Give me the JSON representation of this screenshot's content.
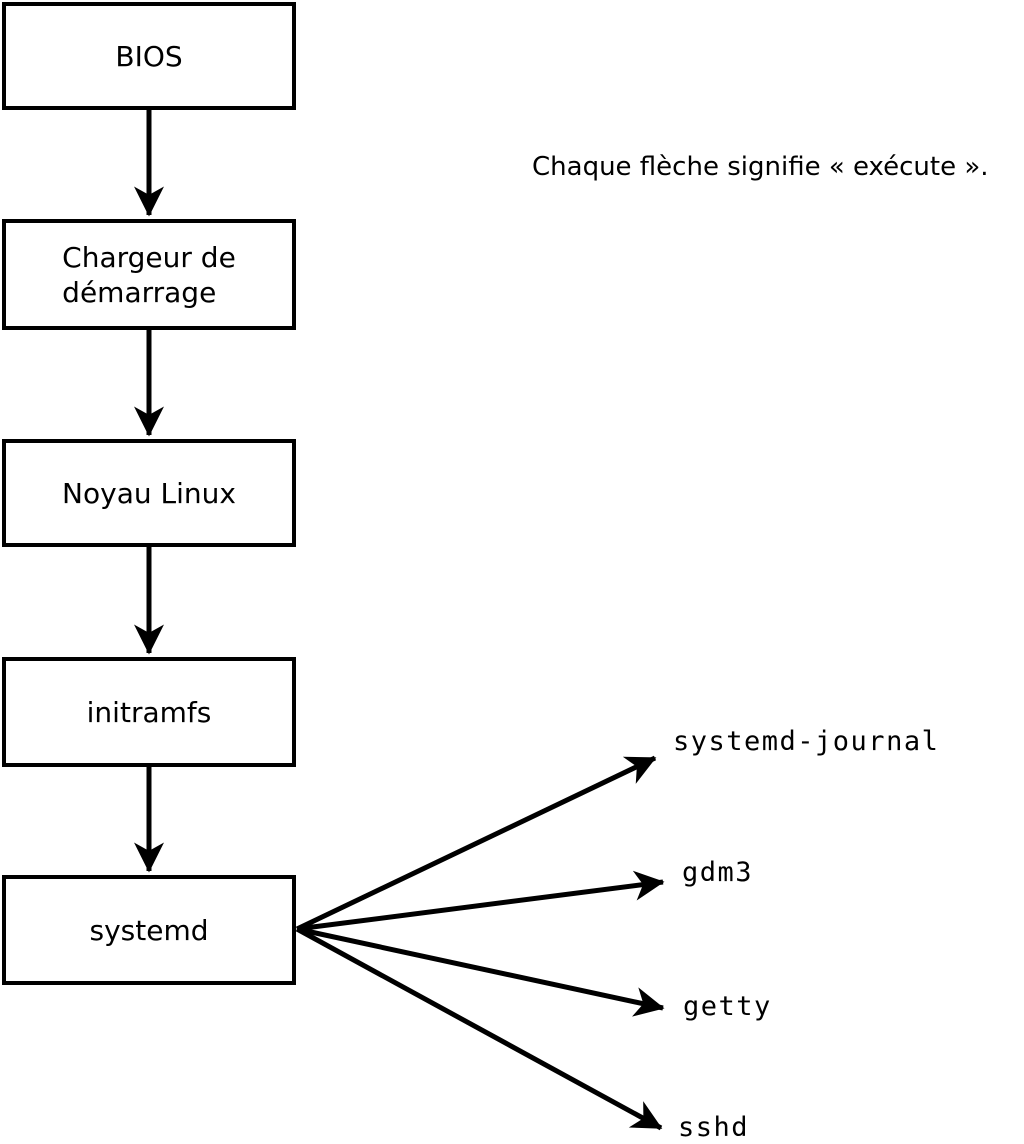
{
  "diagram": {
    "title_note": "Chaque flèche signifie « exécute ».",
    "colors": {
      "background": "#ffffff",
      "stroke": "#000000",
      "box_fill": "#ffffff",
      "text": "#000000"
    },
    "boot_chain": [
      {
        "id": "bios",
        "label": "BIOS"
      },
      {
        "id": "bootloader",
        "label": "Chargeur de\ndémarrage"
      },
      {
        "id": "kernel",
        "label": "Noyau Linux"
      },
      {
        "id": "initramfs",
        "label": "initramfs"
      },
      {
        "id": "systemd",
        "label": "systemd"
      }
    ],
    "spawned_processes": [
      {
        "id": "systemd-journal",
        "label": "systemd-journal"
      },
      {
        "id": "gdm3",
        "label": "gdm3"
      },
      {
        "id": "getty",
        "label": "getty"
      },
      {
        "id": "sshd",
        "label": "sshd"
      }
    ]
  }
}
